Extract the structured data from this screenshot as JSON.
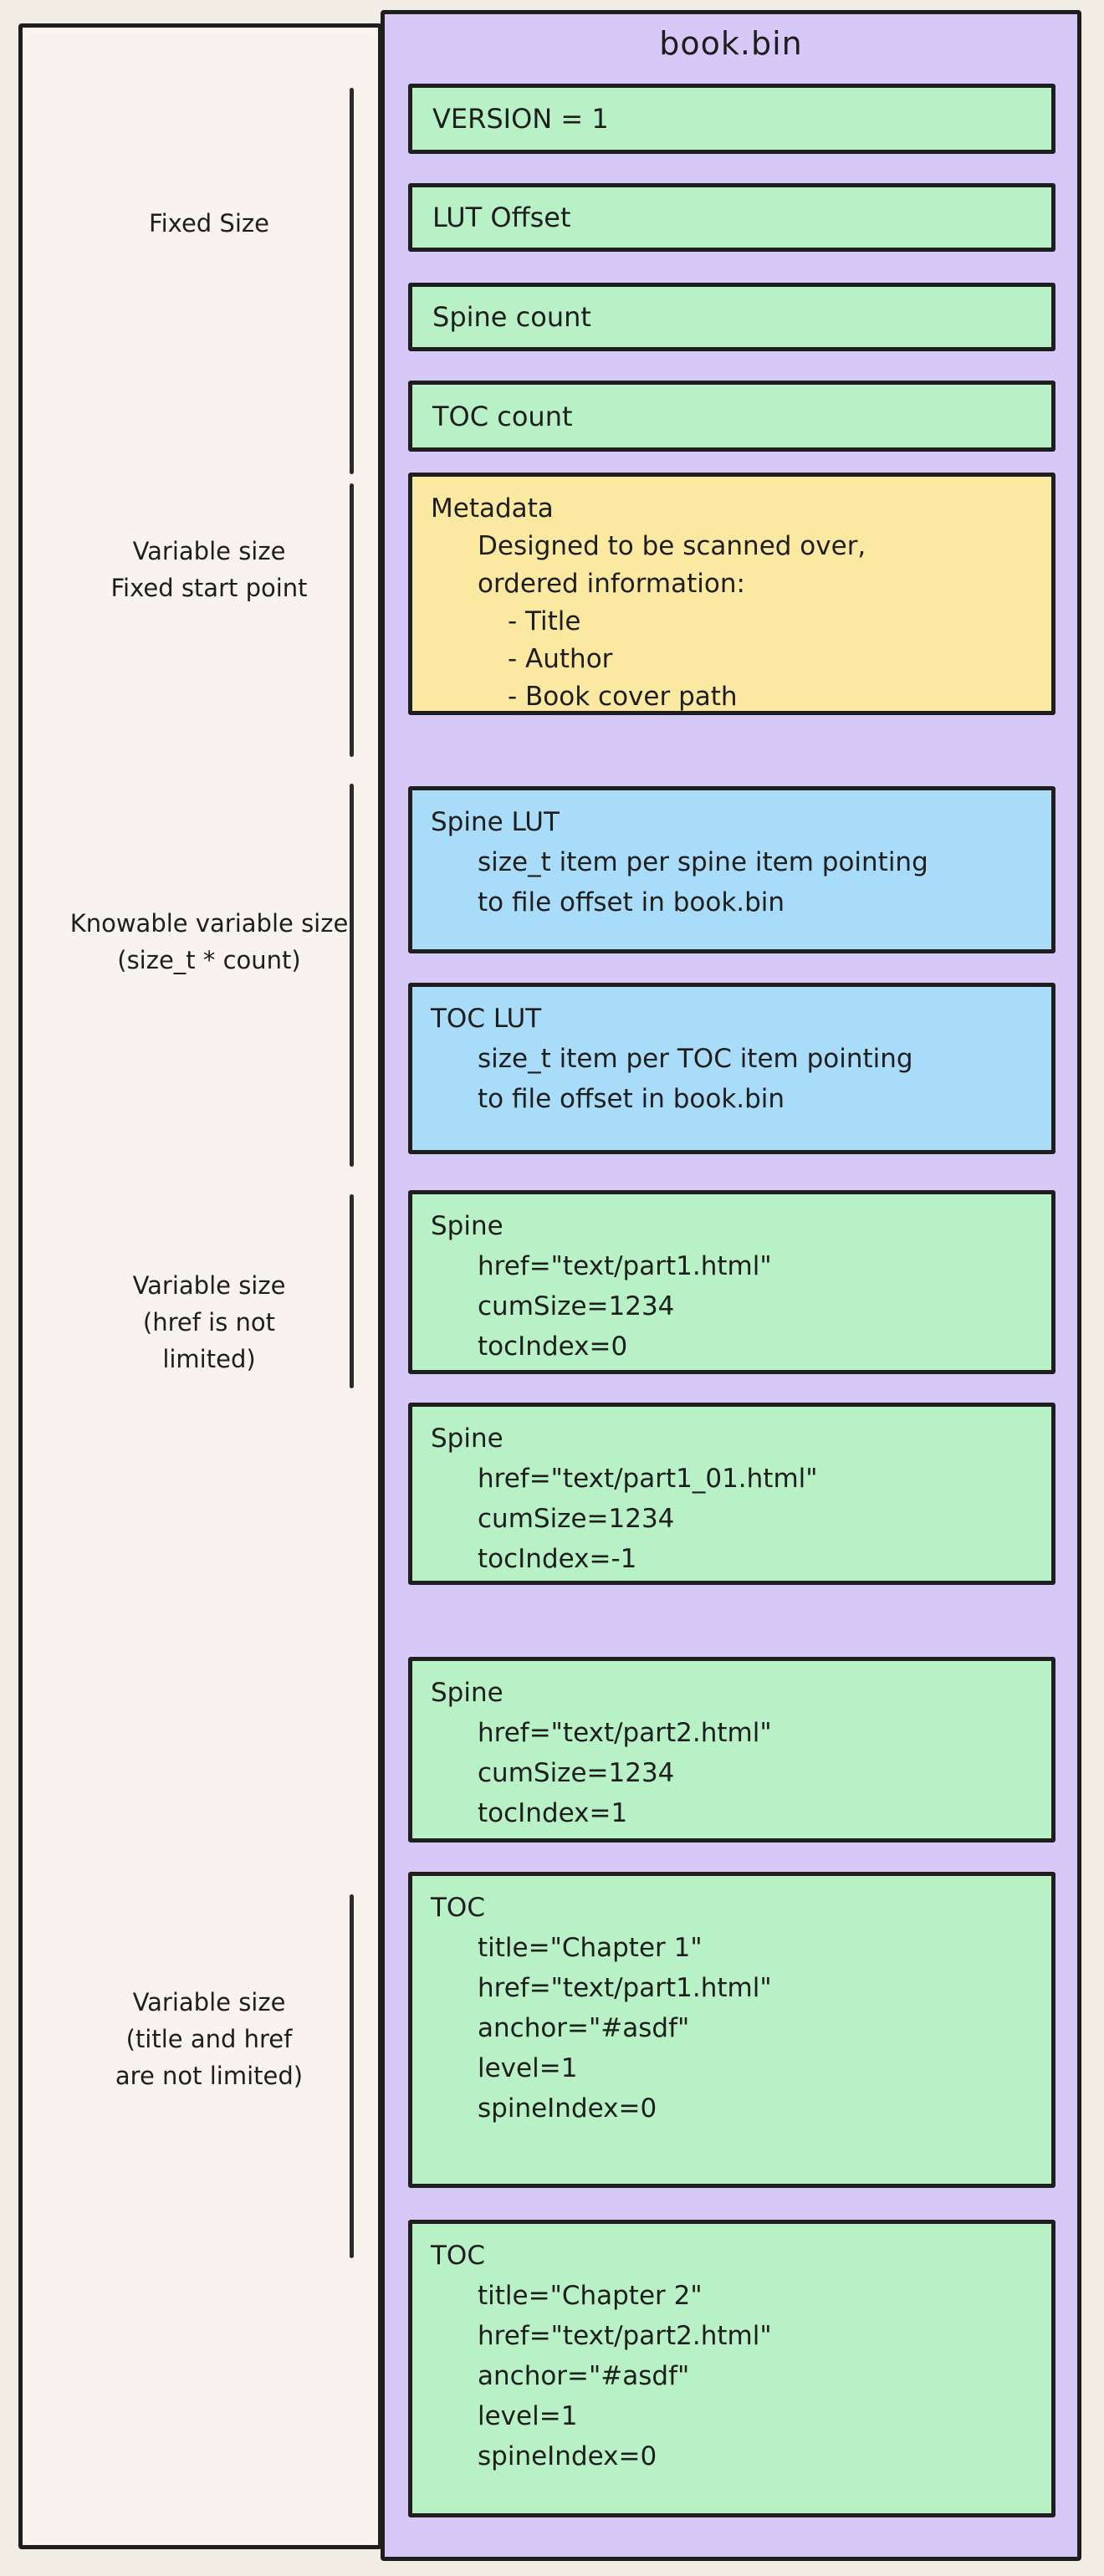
{
  "diagram": {
    "title": "book.bin",
    "blocks": [
      {
        "id": "version",
        "color": "green",
        "lines": [
          "VERSION = 1"
        ]
      },
      {
        "id": "lut-offset",
        "color": "green",
        "lines": [
          "LUT Offset"
        ]
      },
      {
        "id": "spine-count",
        "color": "green",
        "lines": [
          "Spine count"
        ]
      },
      {
        "id": "toc-count",
        "color": "green",
        "lines": [
          "TOC count"
        ]
      },
      {
        "id": "metadata",
        "color": "yellow",
        "lines": [
          "Metadata",
          "Designed to be scanned over,",
          "ordered information:",
          "- Title",
          "- Author",
          "- Book cover path"
        ]
      },
      {
        "id": "spine-lut",
        "color": "blue",
        "lines": [
          "Spine LUT",
          "size_t item per spine item pointing",
          "to file offset in book.bin"
        ]
      },
      {
        "id": "toc-lut",
        "color": "blue",
        "lines": [
          "TOC LUT",
          "size_t item per TOC item pointing",
          "to file offset in book.bin"
        ]
      },
      {
        "id": "spine-1",
        "color": "green",
        "lines": [
          "Spine",
          "href=\"text/part1.html\"",
          "cumSize=1234",
          "tocIndex=0"
        ]
      },
      {
        "id": "spine-2",
        "color": "green",
        "lines": [
          "Spine",
          "href=\"text/part1_01.html\"",
          "cumSize=1234",
          "tocIndex=-1"
        ]
      },
      {
        "id": "spine-3",
        "color": "green",
        "lines": [
          "Spine",
          "href=\"text/part2.html\"",
          "cumSize=1234",
          "tocIndex=1"
        ]
      },
      {
        "id": "toc-1",
        "color": "green",
        "lines": [
          "TOC",
          "title=\"Chapter 1\"",
          "href=\"text/part1.html\"",
          "anchor=\"#asdf\"",
          "level=1",
          "spineIndex=0"
        ]
      },
      {
        "id": "toc-2",
        "color": "green",
        "lines": [
          "TOC",
          "title=\"Chapter 2\"",
          "href=\"text/part2.html\"",
          "anchor=\"#asdf\"",
          "level=1",
          "spineIndex=0"
        ]
      }
    ],
    "annotations": [
      {
        "lines": [
          "Fixed Size"
        ]
      },
      {
        "lines": [
          "Variable size",
          "Fixed start point"
        ]
      },
      {
        "lines": [
          "Knowable variable size",
          "(size_t * count)"
        ]
      },
      {
        "lines": [
          "Variable size",
          "(href is not",
          "limited)"
        ]
      },
      {
        "lines": [
          "Variable size",
          "(title and href",
          "are not limited)"
        ]
      }
    ],
    "colors": {
      "purple": "#d6c9f7",
      "green": "#b8f1c6",
      "blue": "#a9dcf8",
      "yellow": "#fbe9a1",
      "ink": "#1e1e1e",
      "paper": "#f8f3ec",
      "background": "#f1ece4"
    }
  }
}
